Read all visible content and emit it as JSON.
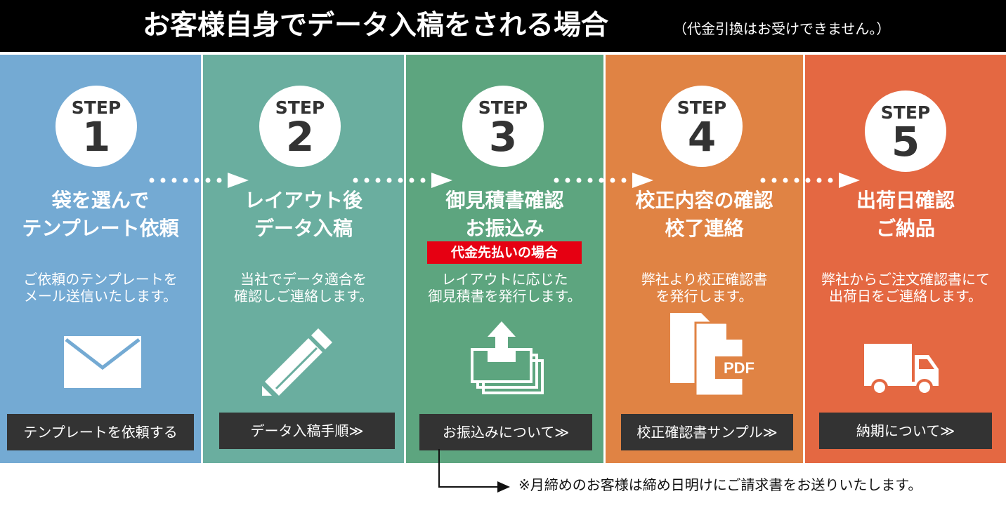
{
  "header": {
    "title": "お客様自身でデータ入稿をされる場合",
    "note": "（代金引換はお受けできません。）"
  },
  "colors": {
    "banner": "#000000",
    "step1": "#74aad3",
    "step2": "#6aae9f",
    "step3": "#5da57f",
    "step4": "#e08344",
    "step5": "#e46842",
    "button": "#333333",
    "tag": "#e60012"
  },
  "steps": [
    {
      "label": "STEP",
      "number": "1",
      "title_line1": "袋を選んで",
      "title_line2": "テンプレート依頼",
      "desc_line1": "ご依頼のテンプレートを",
      "desc_line2": "メール送信いたします。",
      "icon": "envelope-icon",
      "button": "テンプレートを依頼する"
    },
    {
      "label": "STEP",
      "number": "2",
      "title_line1": "レイアウト後",
      "title_line2": "データ入稿",
      "desc_line1": "当社でデータ適合を",
      "desc_line2": "確認しご連絡します。",
      "icon": "pencil-icon",
      "button": "データ入稿手順≫"
    },
    {
      "label": "STEP",
      "number": "3",
      "title_line1": "御見積書確認",
      "title_line2": "お振込み",
      "tag": "代金先払いの場合",
      "desc_line1": "レイアウトに応じた",
      "desc_line2": "御見積書を発行します。",
      "icon": "upload-tray-icon",
      "button": "お振込みについて≫"
    },
    {
      "label": "STEP",
      "number": "4",
      "title_line1": "校正内容の確認",
      "title_line2": "校了連絡",
      "desc_line1": "弊社より校正確認書",
      "desc_line2": "を発行します。",
      "icon": "pdf-document-icon",
      "icon_text": "PDF",
      "button": "校正確認書サンプル≫"
    },
    {
      "label": "STEP",
      "number": "5",
      "title_line1": "出荷日確認",
      "title_line2": "ご納品",
      "desc_line1": "弊社からご注文確認書にて",
      "desc_line2": "出荷日をご連絡します。",
      "icon": "truck-icon",
      "button": "納期について≫"
    }
  ],
  "footnote": "※月締めのお客様は締め日明けにご請求書をお送りいたします。"
}
